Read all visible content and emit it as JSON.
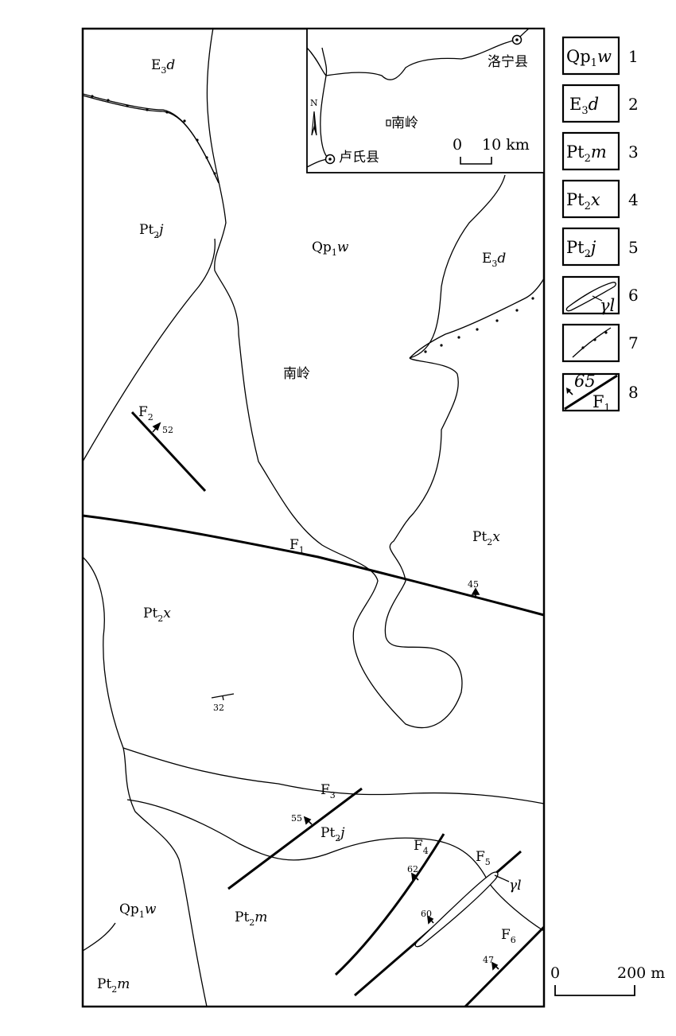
{
  "map": {
    "units": {
      "qp1w": {
        "base": "Qp",
        "sub": "1",
        "tail": "w"
      },
      "e3d": {
        "base": "E",
        "sub": "3",
        "tail": "d"
      },
      "pt2m": {
        "base": "Pt",
        "sub": "2",
        "tail": "m"
      },
      "pt2x": {
        "base": "Pt",
        "sub": "2",
        "tail": "x"
      },
      "pt2j": {
        "base": "Pt",
        "sub": "2",
        "tail": "j"
      }
    },
    "place_nanling": "南岭",
    "dykes": {
      "label": "γl"
    },
    "faults": {
      "f1": {
        "base": "F",
        "sub": "1",
        "dip": "45"
      },
      "f2": {
        "base": "F",
        "sub": "2",
        "dip": "52"
      },
      "f3": {
        "base": "F",
        "sub": "3",
        "dip": "55"
      },
      "f4": {
        "base": "F",
        "sub": "4",
        "dip": "62"
      },
      "f5": {
        "base": "F",
        "sub": "5",
        "dip": "60"
      },
      "f6": {
        "base": "F",
        "sub": "6",
        "dip": "47"
      }
    },
    "attitude": "32",
    "scale": {
      "left": "0",
      "right": "200 m"
    }
  },
  "inset": {
    "north": "N",
    "luoning": "洛宁县",
    "lushi": "卢氏县",
    "nanling": "南岭",
    "scale": {
      "left": "0",
      "right": "10 km"
    }
  },
  "legend": {
    "items": [
      {
        "num": "1",
        "base": "Qp",
        "sub": "1",
        "tail": "w"
      },
      {
        "num": "2",
        "base": "E",
        "sub": "3",
        "tail": "d"
      },
      {
        "num": "3",
        "base": "Pt",
        "sub": "2",
        "tail": "m"
      },
      {
        "num": "4",
        "base": "Pt",
        "sub": "2",
        "tail": "x"
      },
      {
        "num": "5",
        "base": "Pt",
        "sub": "2",
        "tail": "j"
      },
      {
        "num": "6",
        "symbol": "γl"
      },
      {
        "num": "7"
      },
      {
        "num": "8",
        "dip": "65",
        "fault": "F",
        "fault_sub": "1"
      }
    ]
  }
}
